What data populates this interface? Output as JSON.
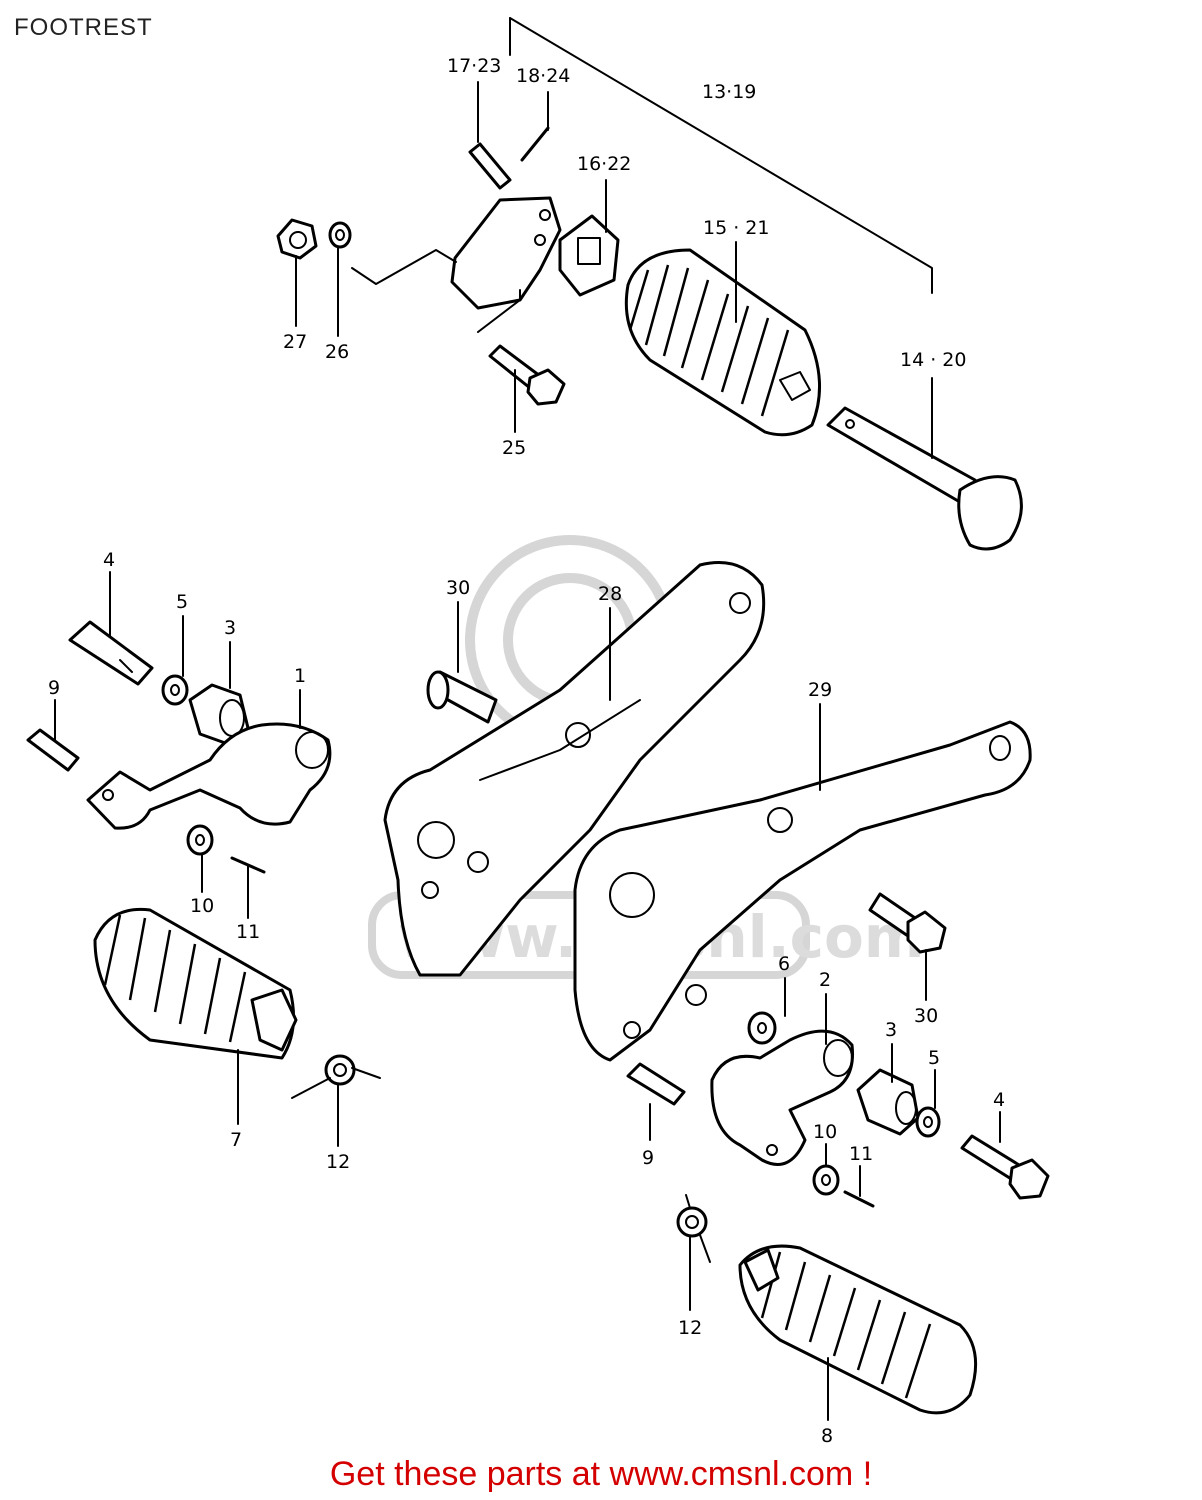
{
  "header": {
    "title": "FOOTREST"
  },
  "watermark": {
    "text": "www.cmsnl.com",
    "color": "#d6d6d6"
  },
  "callouts": {
    "c1": "1",
    "c2": "2",
    "c3a": "3",
    "c3b": "3",
    "c4a": "4",
    "c4b": "4",
    "c5a": "5",
    "c5b": "5",
    "c6": "6",
    "c7": "7",
    "c8": "8",
    "c9a": "9",
    "c9b": "9",
    "c10a": "10",
    "c10b": "10",
    "c11a": "11",
    "c11b": "11",
    "c12a": "12",
    "c12b": "12",
    "c13": "13·19",
    "c14": "14 · 20",
    "c15": "15 · 21",
    "c16": "16·22",
    "c17": "17·23",
    "c18": "18·24",
    "c25": "25",
    "c26": "26",
    "c27": "27",
    "c28": "28",
    "c29": "29",
    "c30a": "30",
    "c30b": "30"
  },
  "footer": {
    "link_text": "Get these parts at www.cmsnl.com !",
    "color": "#d40000"
  }
}
